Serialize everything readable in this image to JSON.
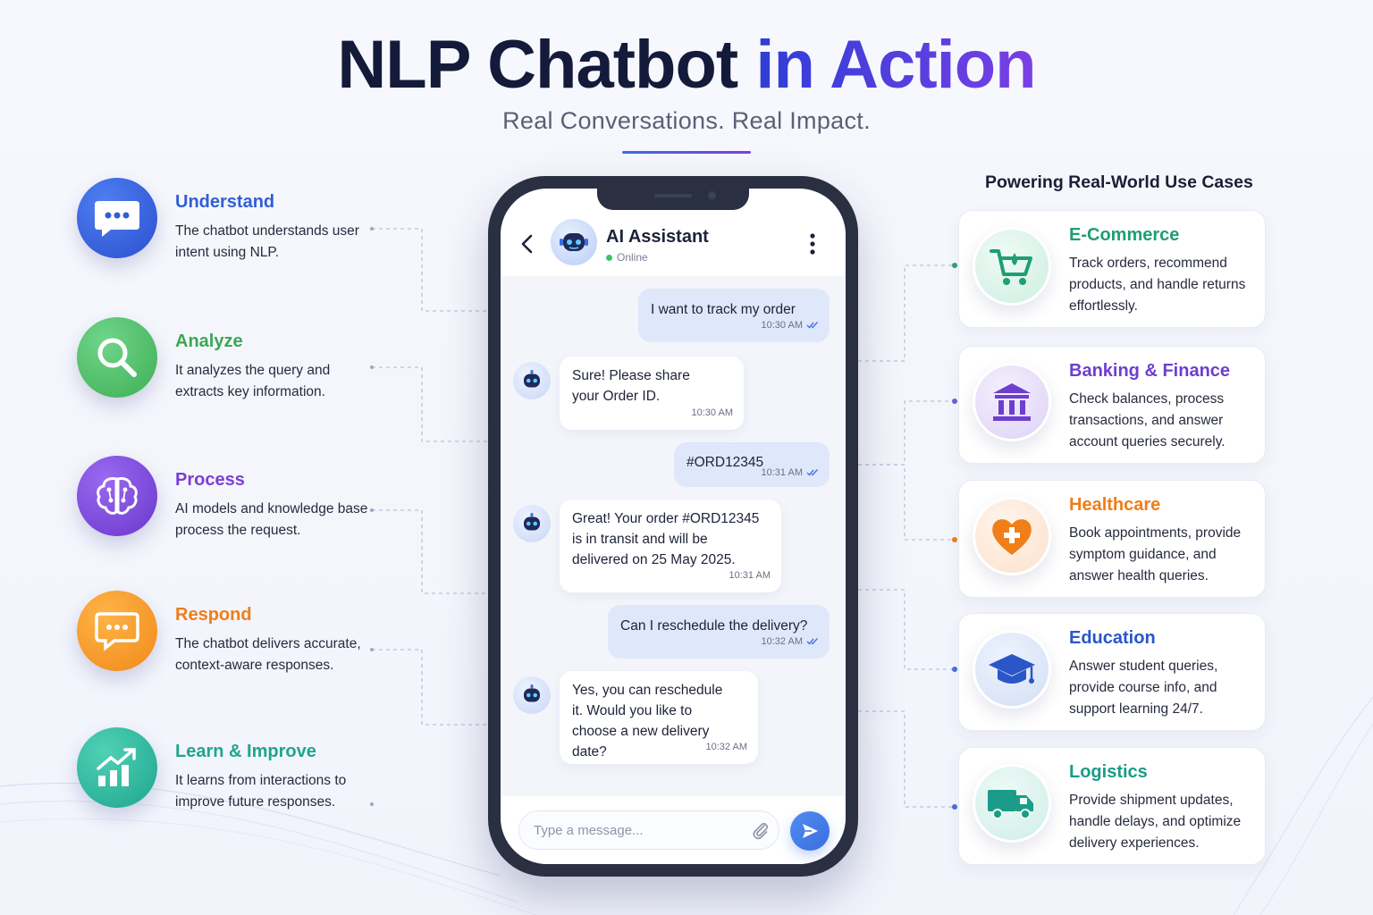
{
  "header": {
    "title_part1": "NLP Chatbot",
    "title_part2": "in Action",
    "subtitle": "Real Conversations. Real Impact."
  },
  "steps": [
    {
      "title": "Understand",
      "description": "The chatbot understands user intent using NLP.",
      "color": "#2f5fd6",
      "icon": "chat-dots-icon"
    },
    {
      "title": "Analyze",
      "description": "It analyzes the query and extracts key information.",
      "color": "#3fae55",
      "icon": "magnifier-icon"
    },
    {
      "title": "Process",
      "description": "AI models and knowledge base process the request.",
      "color": "#7a3fd6",
      "icon": "brain-icon"
    },
    {
      "title": "Respond",
      "description": "The chatbot delivers accurate, context-aware responses.",
      "color": "#f07f1a",
      "icon": "message-icon"
    },
    {
      "title": "Learn & Improve",
      "description": "It learns from interactions to improve future responses.",
      "color": "#1fa58e",
      "icon": "growth-chart-icon"
    }
  ],
  "chat": {
    "assistant_name": "AI Assistant",
    "status": "Online",
    "messages": [
      {
        "from": "user",
        "text": "I want to track my order",
        "time": "10:30 AM"
      },
      {
        "from": "bot",
        "text": "Sure! Please share your Order ID.",
        "time": "10:30 AM"
      },
      {
        "from": "user",
        "text": "#ORD12345",
        "time": "10:31 AM"
      },
      {
        "from": "bot",
        "text": "Great! Your order #ORD12345 is in transit and will be delivered on 25 May 2025.",
        "time": "10:31 AM"
      },
      {
        "from": "user",
        "text": "Can I reschedule the delivery?",
        "time": "10:32 AM"
      },
      {
        "from": "bot",
        "text": "Yes, you can reschedule it. Would you like to choose a new delivery date?",
        "time": "10:32 AM"
      }
    ],
    "input_placeholder": "Type a message..."
  },
  "use_cases": {
    "heading": "Powering Real-World Use Cases",
    "items": [
      {
        "title": "E-Commerce",
        "description": "Track orders, recommend products, and handle returns effortlessly.",
        "color": "#1f9e73",
        "icon": "shopping-cart-icon"
      },
      {
        "title": "Banking & Finance",
        "description": "Check balances, process transactions, and answer account queries securely.",
        "color": "#6d3fd0",
        "icon": "bank-icon"
      },
      {
        "title": "Healthcare",
        "description": "Book appointments, provide symptom guidance, and answer health queries.",
        "color": "#ee7d1a",
        "icon": "heart-plus-icon"
      },
      {
        "title": "Education",
        "description": "Answer student queries, provide course info, and support learning 24/7.",
        "color": "#2a56c8",
        "icon": "graduation-cap-icon"
      },
      {
        "title": "Logistics",
        "description": "Provide shipment updates, handle delays, and optimize delivery experiences.",
        "color": "#1a9c88",
        "icon": "truck-icon"
      }
    ]
  }
}
